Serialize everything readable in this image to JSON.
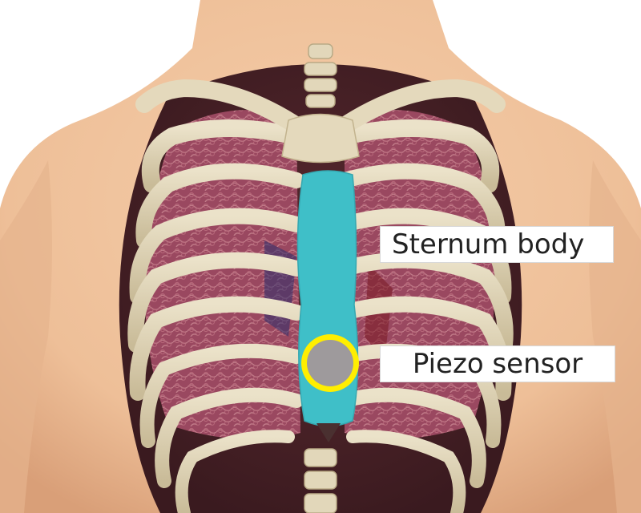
{
  "labels": {
    "sternum": "Sternum body",
    "piezo": "Piezo sensor"
  },
  "colors": {
    "skin": "#f0c29e",
    "bone": "#ddd2b6",
    "lung": "#9a4860",
    "sternum_highlight": "#3fbfc8",
    "sensor_fill": "#9e9a9c",
    "sensor_ring": "#ffee00"
  },
  "icons": {
    "sensor": "piezo-sensor-marker"
  }
}
